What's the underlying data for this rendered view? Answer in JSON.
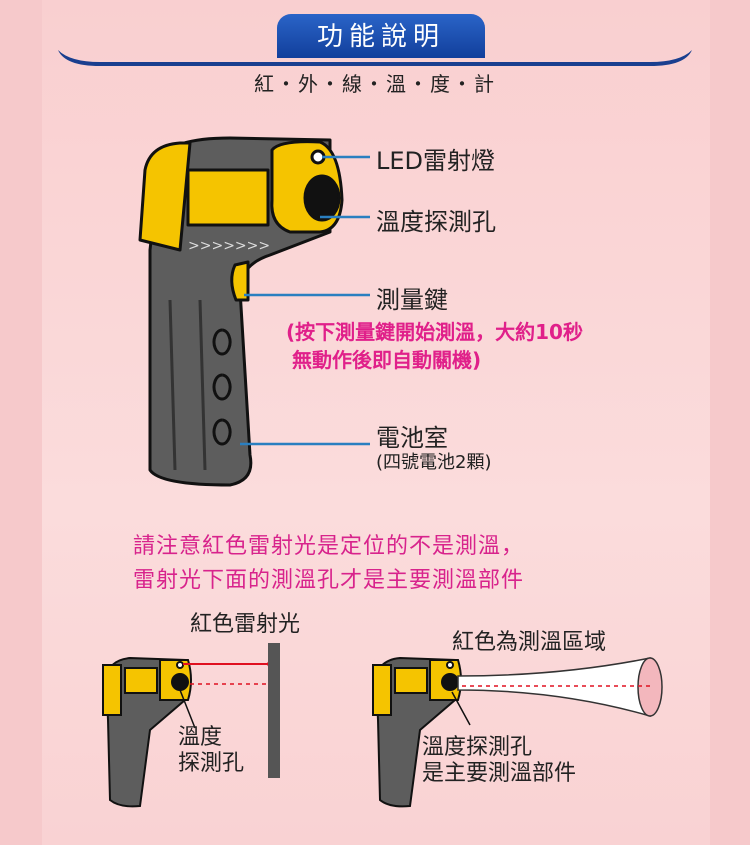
{
  "header": {
    "title": "功能說明",
    "subtitle": "紅・外・線・溫・度・計"
  },
  "callouts": {
    "laser": "LED雷射燈",
    "probe": "溫度探測孔",
    "button": "測量鍵",
    "button_note_1": "(按下測量鍵開始測溫，大約10秒",
    "button_note_2": "無動作後即自動關機)",
    "battery": "電池室",
    "battery_note": "(四號電池2顆)"
  },
  "notice": {
    "line1": "請注意紅色雷射光是定位的不是測溫，",
    "line2": "雷射光下面的測溫孔才是主要測溫部件"
  },
  "left_diagram": {
    "laser_label": "紅色雷射光",
    "probe_label_1": "溫度",
    "probe_label_2": "探測孔"
  },
  "right_diagram": {
    "area_label": "紅色為測溫區域",
    "probe_label_1": "溫度探測孔",
    "probe_label_2": "是主要測溫部件"
  },
  "colors": {
    "accent_blue": "#1a4aa8",
    "yellow": "#f5c400",
    "pink_text": "#e0208a",
    "laser_red": "#e01020"
  }
}
